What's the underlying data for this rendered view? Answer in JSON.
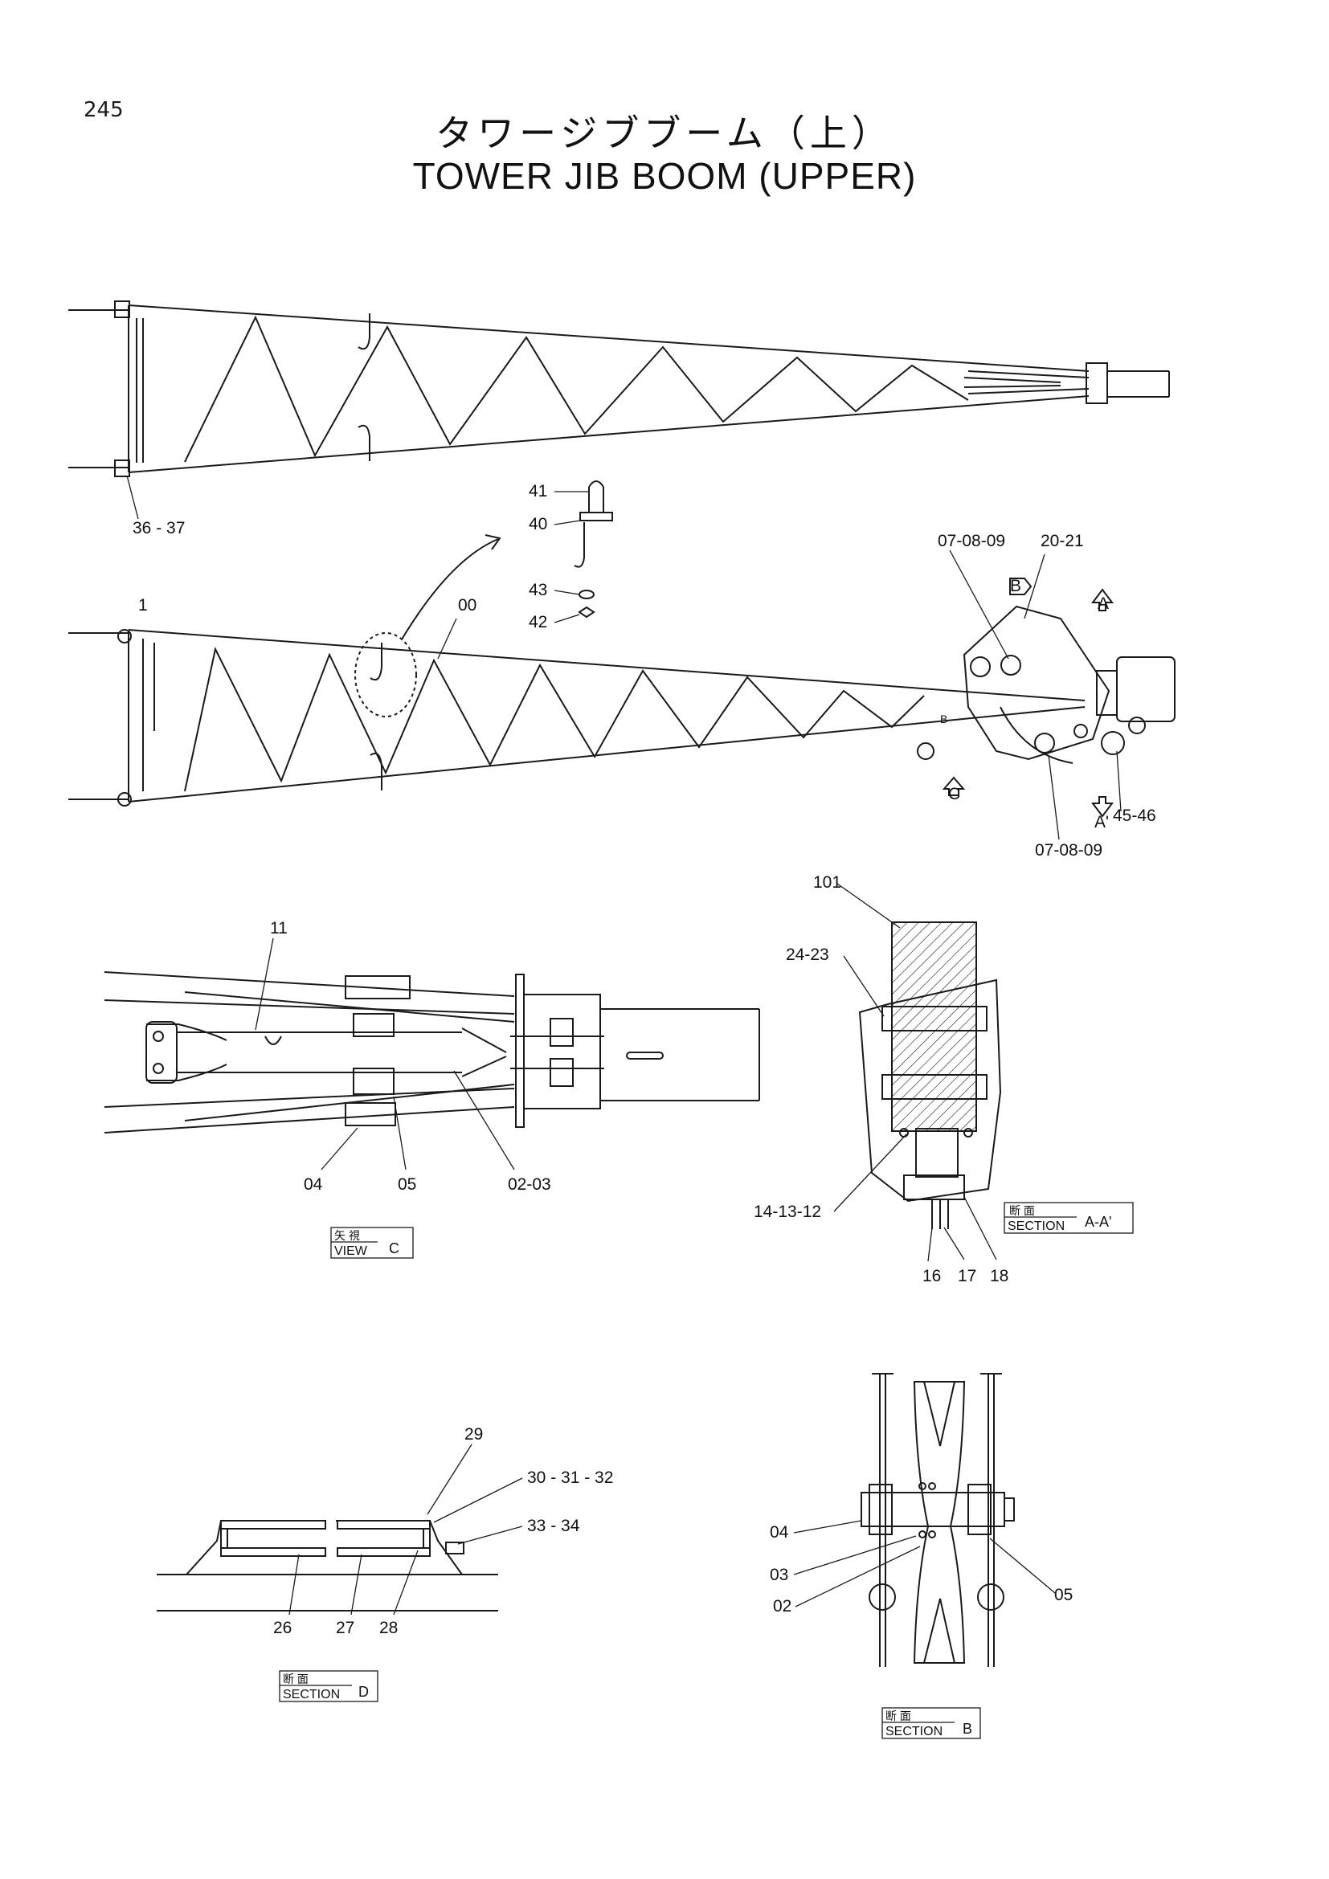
{
  "page": {
    "number": "245",
    "title_jp": "タワージブブーム（上）",
    "title_en": "TOWER JIB BOOM (UPPER)"
  },
  "views": {
    "top_view": {
      "callouts": [
        "36 - 37"
      ]
    },
    "side_view": {
      "callouts": [
        "41",
        "40",
        "43",
        "42",
        "00",
        "1",
        "07-08-09",
        "20-21",
        "45-46",
        "07-08-09"
      ],
      "markers": [
        "B",
        "A",
        "C",
        "A'",
        "B"
      ]
    },
    "view_c": {
      "caption_jp": "矢 視",
      "caption_en": "VIEW",
      "caption_letter": "C",
      "callouts": [
        "11",
        "04",
        "05",
        "02-03"
      ]
    },
    "section_a": {
      "caption_jp": "断 面",
      "caption_en": "SECTION",
      "caption_letter": "A-A'",
      "callouts": [
        "101",
        "24-23",
        "14-13-12",
        "16",
        "17",
        "18"
      ]
    },
    "section_d": {
      "caption_jp": "断 面",
      "caption_en": "SECTION",
      "caption_letter": "D",
      "callouts": [
        "29",
        "30 - 31 - 32",
        "33 - 34",
        "26",
        "27",
        "28"
      ]
    },
    "section_b": {
      "caption_jp": "断 面",
      "caption_en": "SECTION",
      "caption_letter": "B",
      "callouts": [
        "04",
        "03",
        "02",
        "05"
      ]
    }
  }
}
